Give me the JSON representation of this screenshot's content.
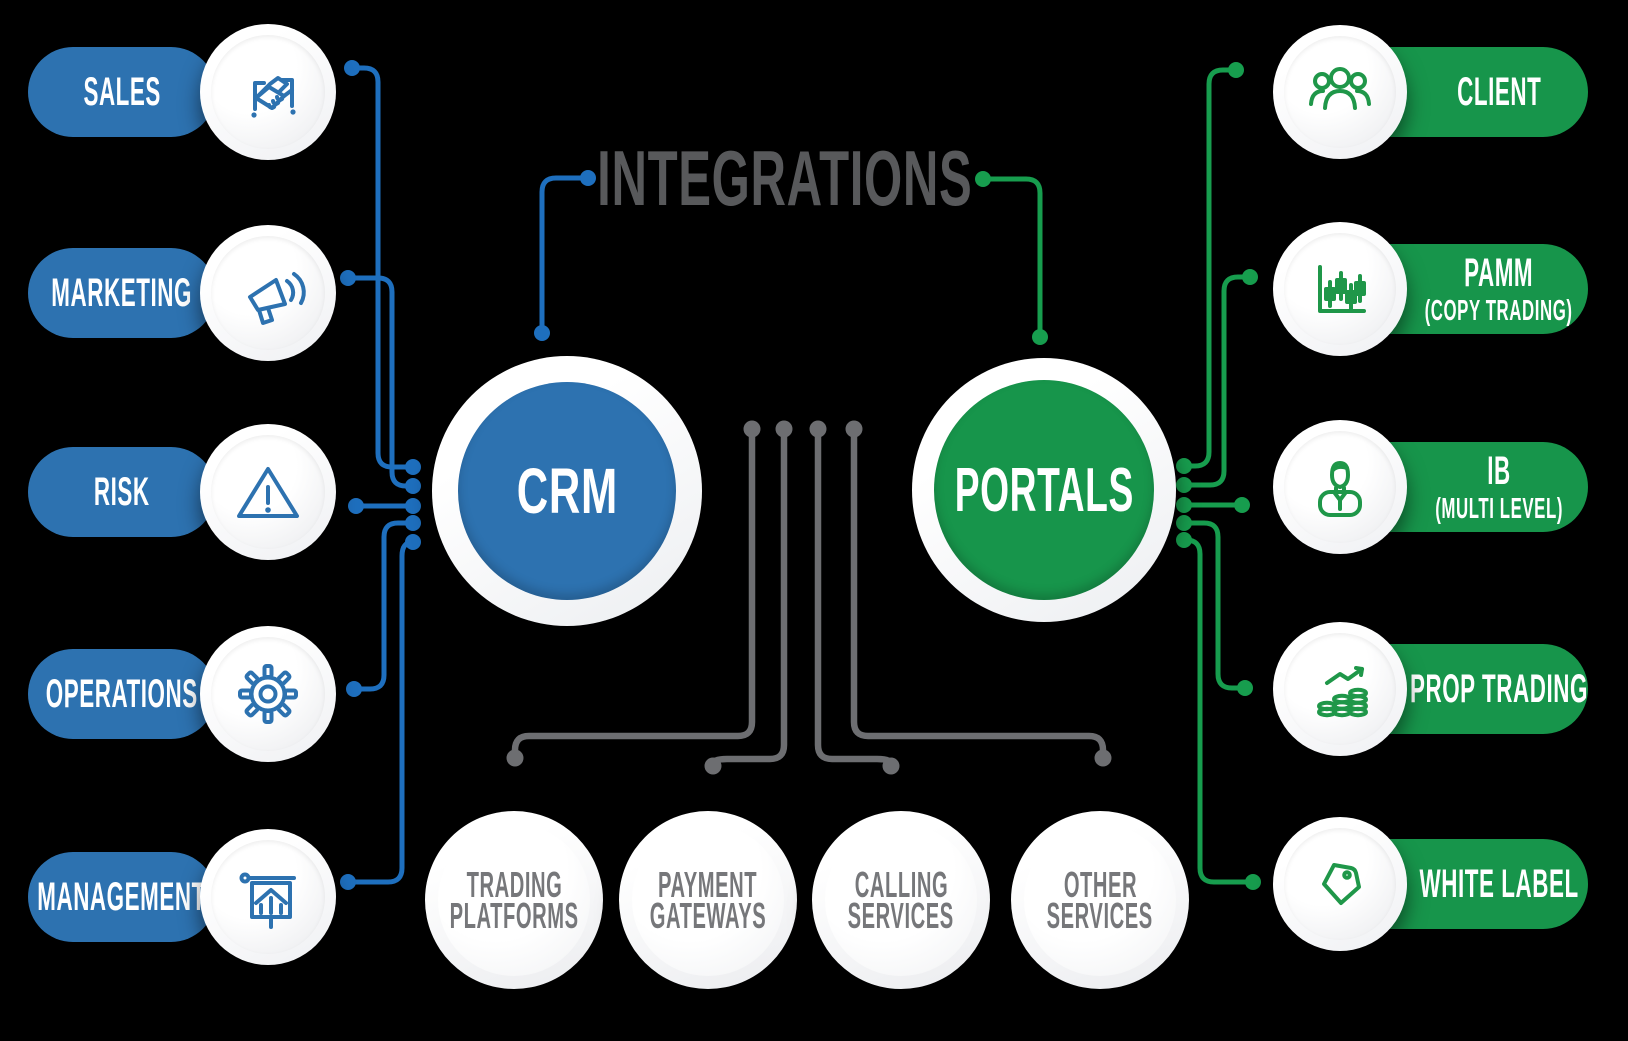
{
  "title": {
    "label": "INTEGRATIONS"
  },
  "hubs": {
    "crm": {
      "label": "CRM"
    },
    "portals": {
      "label": "PORTALS"
    }
  },
  "left_items": [
    {
      "label": "SALES",
      "icon": "handshake"
    },
    {
      "label": "MARKETING",
      "icon": "megaphone"
    },
    {
      "label": "RISK",
      "icon": "warning-triangle"
    },
    {
      "label": "OPERATIONS",
      "icon": "gear"
    },
    {
      "label": "MANAGEMENT",
      "icon": "presentation-board"
    }
  ],
  "right_items": [
    {
      "label": "CLIENT",
      "sub": "",
      "icon": "people-group"
    },
    {
      "label": "PAMM",
      "sub": "(COPY TRADING)",
      "icon": "candlestick-chart"
    },
    {
      "label": "IB",
      "sub": "(MULTI LEVEL)",
      "icon": "businessman"
    },
    {
      "label": "PROP TRADING",
      "sub": "",
      "icon": "coins-growth"
    },
    {
      "label": "WHITE LABEL",
      "sub": "",
      "icon": "price-tag"
    }
  ],
  "services": [
    {
      "line1": "TRADING",
      "line2": "PLATFORMS"
    },
    {
      "line1": "PAYMENT",
      "line2": "GATEWAYS"
    },
    {
      "line1": "CALLING",
      "line2": "SERVICES"
    },
    {
      "line1": "OTHER",
      "line2": "SERVICES"
    }
  ],
  "colors": {
    "blue_pill": "#2d72b0",
    "blue_line": "#1e6fbe",
    "green_pill": "#17954b",
    "green_line": "#179d4e",
    "gray_line": "#6d6e71",
    "title_text": "#58595b",
    "service_text": "#76777a",
    "background": "#000000"
  }
}
